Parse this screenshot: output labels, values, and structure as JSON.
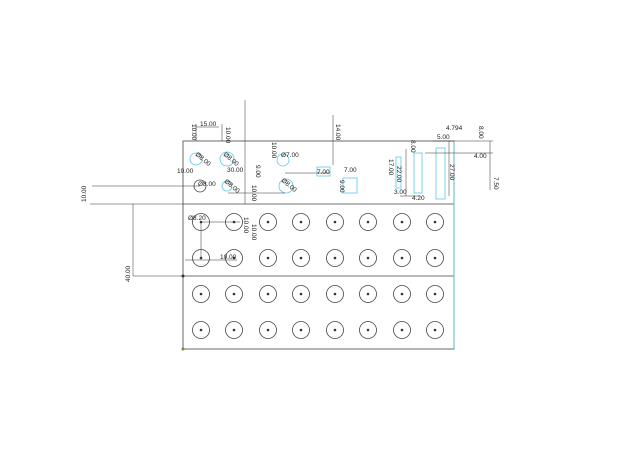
{
  "drawing": {
    "dims": [
      "15.00",
      "10.00",
      "10.00",
      "10.00",
      "14.00",
      "10.00",
      "10.00",
      "Ø7.00",
      "Ø8.00",
      "Ø8.00",
      "Ø8.00",
      "Ø8.00",
      "Ø8.00",
      "30.00",
      "9.00",
      "10.00",
      "7.00",
      "7.00",
      "9.00",
      "8.00",
      "17.00",
      "22.00",
      "3.00",
      "4.20",
      "5.00",
      "4.794",
      "27.00",
      "8.00",
      "4.00",
      "7.50",
      "10.00",
      "Ø8.20",
      "10.00",
      "10.00",
      "40.00"
    ]
  },
  "colors": {
    "outline": "#444444",
    "highlight": "#5bc8e6"
  }
}
